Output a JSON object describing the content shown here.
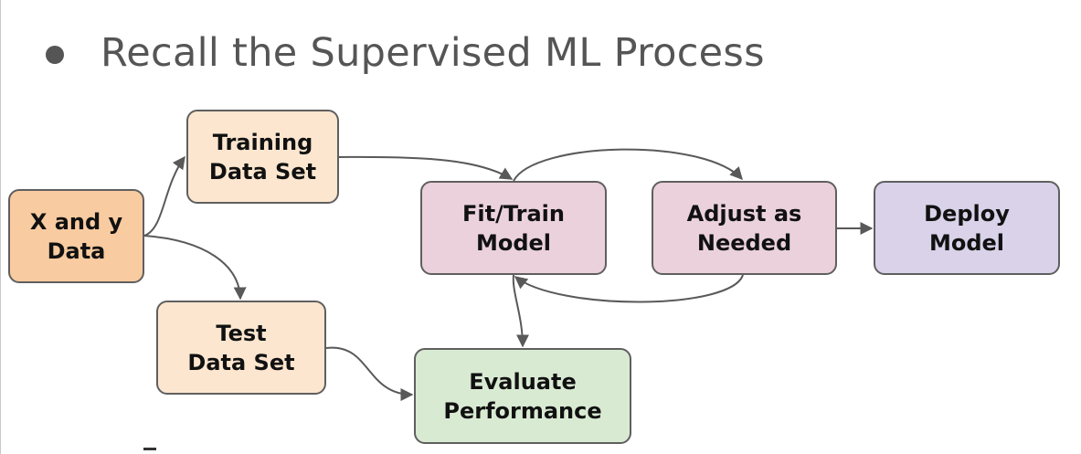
{
  "heading": {
    "text": "Recall the Supervised ML Process"
  },
  "diagram": {
    "nodes": {
      "xy_data": {
        "line1": "X and y",
        "line2": "Data",
        "color": "#f8cba0"
      },
      "training_set": {
        "line1": "Training",
        "line2": "Data Set",
        "color": "#fce6cf"
      },
      "test_set": {
        "line1": "Test",
        "line2": "Data Set",
        "color": "#fce6cf"
      },
      "fit_train": {
        "line1": "Fit/Train",
        "line2": "Model",
        "color": "#ead1dc"
      },
      "adjust": {
        "line1": "Adjust as",
        "line2": "Needed",
        "color": "#ead1dc"
      },
      "deploy": {
        "line1": "Deploy",
        "line2": "Model",
        "color": "#d9d2e9"
      },
      "evaluate": {
        "line1": "Evaluate",
        "line2": "Performance",
        "color": "#d9ead3"
      }
    },
    "edges": [
      {
        "from": "xy_data",
        "to": "training_set"
      },
      {
        "from": "xy_data",
        "to": "test_set"
      },
      {
        "from": "training_set",
        "to": "fit_train"
      },
      {
        "from": "fit_train",
        "to": "adjust"
      },
      {
        "from": "adjust",
        "to": "fit_train"
      },
      {
        "from": "adjust",
        "to": "deploy"
      },
      {
        "from": "fit_train",
        "to": "evaluate"
      },
      {
        "from": "test_set",
        "to": "evaluate"
      }
    ],
    "arrow_color": "#595959"
  }
}
